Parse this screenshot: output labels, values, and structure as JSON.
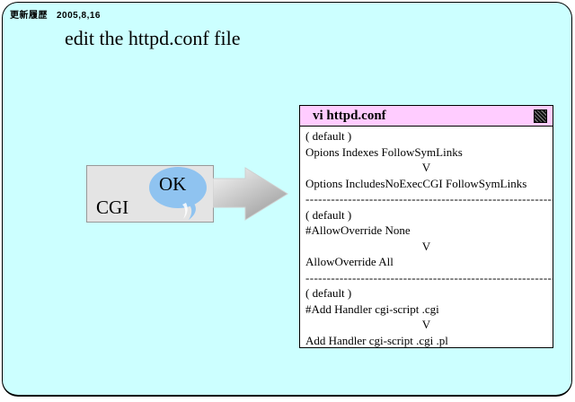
{
  "meta": {
    "date_label": "更新履歴",
    "date_value": "2005,8,16"
  },
  "title": "edit the httpd.conf file",
  "cgi_box": {
    "label": "CGI",
    "ok_label": "OK"
  },
  "arrow_icon": "right-block-arrow",
  "panel": {
    "title": "vi httpd.conf",
    "corner_icon": "hatched-square-icon",
    "separator": "------------------------------------------------------------",
    "sections": [
      {
        "default_label": "( default )",
        "before": "Opions Indexes FollowSymLinks",
        "change_marker": "V",
        "after": "Options IncludesNoExecCGI FollowSymLinks"
      },
      {
        "default_label": "( default )",
        "before": "#AllowOverride None",
        "change_marker": "V",
        "after": "AllowOverride All"
      },
      {
        "default_label": "( default )",
        "before": "#Add Handler cgi-script .cgi",
        "change_marker": "V",
        "after": "Add Handler cgi-script .cgi .pl"
      }
    ]
  },
  "colors": {
    "background": "#CCFFFF",
    "panel_header": "#FFCCFF",
    "box_fill": "#E4E4E4",
    "ok_bubble": "#8FC3F0",
    "arrow_light": "#F5F5F5",
    "arrow_dark": "#9E9E9E"
  }
}
